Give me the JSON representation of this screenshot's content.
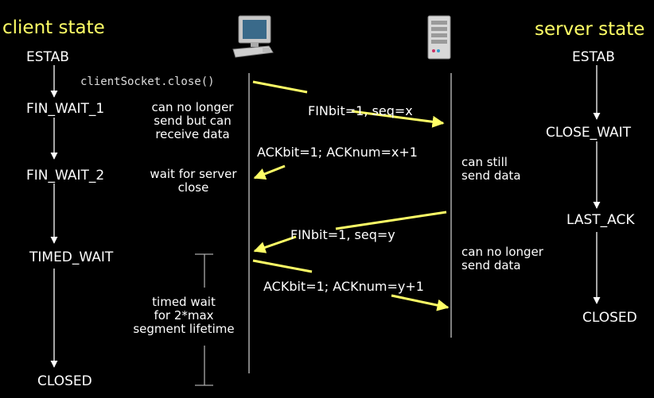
{
  "headers": {
    "client": "client state",
    "server": "server state"
  },
  "client_states": [
    "ESTAB",
    "FIN_WAIT_1",
    "FIN_WAIT_2",
    "TIMED_WAIT",
    "CLOSED"
  ],
  "server_states": [
    "ESTAB",
    "CLOSE_WAIT",
    "LAST_ACK",
    "CLOSED"
  ],
  "client_call": "clientSocket.close()",
  "messages": [
    "FINbit=1, seq=x",
    "ACKbit=1; ACKnum=x+1",
    "FINbit=1, seq=y",
    "ACKbit=1; ACKnum=y+1"
  ],
  "client_notes": {
    "fin_wait_1": [
      "can no longer",
      "send but can",
      "receive data"
    ],
    "fin_wait_2": [
      "wait for server",
      "close"
    ],
    "timed_wait": [
      "timed wait",
      "for 2*max",
      "segment lifetime"
    ]
  },
  "server_notes": {
    "close_wait": [
      "can still",
      "send data"
    ],
    "last_ack": [
      "can no longer",
      "send data"
    ]
  },
  "icons": {
    "client": "desktop-computer-icon",
    "server": "server-tower-icon"
  },
  "colors": {
    "background": "#000000",
    "accent": "#ffff66",
    "text": "#ffffff",
    "line": "#aaaaaa"
  }
}
